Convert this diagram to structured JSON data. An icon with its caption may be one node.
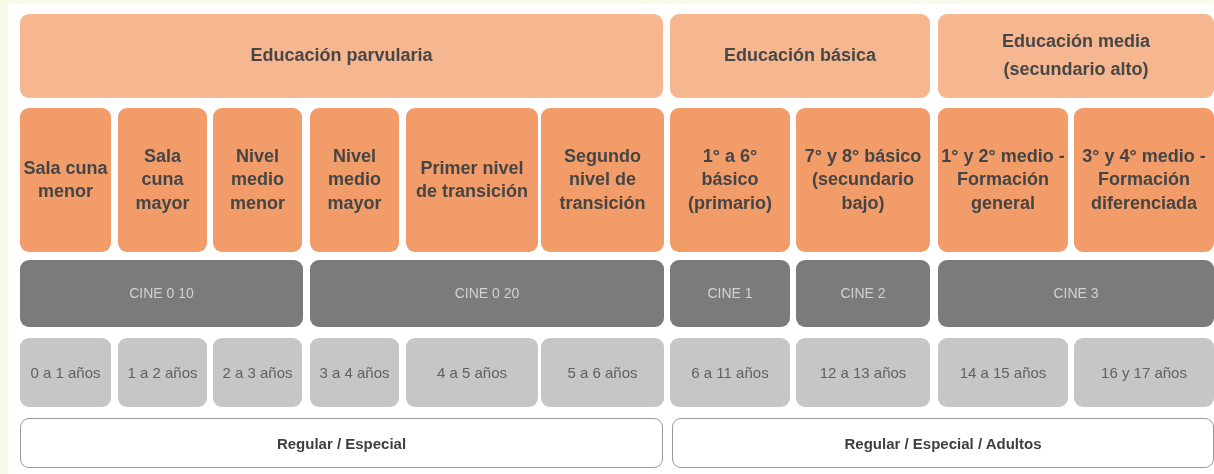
{
  "diagram": {
    "nodes": [
      {
        "text": [
          "Educación parvularia"
        ]
      },
      {
        "text": [
          "Educación básica"
        ]
      },
      {
        "text": [
          "Educación media (secundario alto)"
        ]
      },
      {
        "text": [
          "Sala cuna menor"
        ]
      },
      {
        "text": [
          "Sala cuna mayor"
        ]
      },
      {
        "text": [
          "Nivel medio menor"
        ]
      },
      {
        "text": [
          "Nivel medio mayor"
        ]
      },
      {
        "text": [
          "Primer nivel de transición"
        ]
      },
      {
        "text": [
          "Segundo nivel de transición"
        ]
      },
      {
        "text": [
          "1° a 6° básico (primario)"
        ]
      },
      {
        "text": [
          "7° y 8° básico (secundario bajo)"
        ]
      },
      {
        "text": [
          "1° y 2° medio - Formación general"
        ]
      },
      {
        "text": [
          "3° y 4° medio - Formación diferenciada"
        ]
      },
      {
        "text": [
          "CINE 0 10"
        ]
      },
      {
        "text": [
          "CINE 0 20"
        ]
      },
      {
        "text": [
          "CINE 1"
        ]
      },
      {
        "text": [
          "CINE 2"
        ]
      },
      {
        "text": [
          "CINE 3"
        ]
      },
      {
        "text": [
          "0 a 1 años"
        ]
      },
      {
        "text": [
          "1 a 2 años"
        ]
      },
      {
        "text": [
          "2 a 3 años"
        ]
      },
      {
        "text": [
          "3 a 4 años"
        ]
      },
      {
        "text": [
          "4 a 5 años"
        ]
      },
      {
        "text": [
          "5 a 6 años"
        ]
      },
      {
        "text": [
          "6 a 11 años"
        ]
      },
      {
        "text": [
          "12 a 13 años"
        ]
      },
      {
        "text": [
          "14 a 15 años"
        ]
      },
      {
        "text": [
          "16 y 17 años"
        ]
      },
      {
        "text": [
          "Regular / Especial"
        ]
      },
      {
        "text": [
          "Regular / Especial / Adultos"
        ]
      }
    ]
  }
}
